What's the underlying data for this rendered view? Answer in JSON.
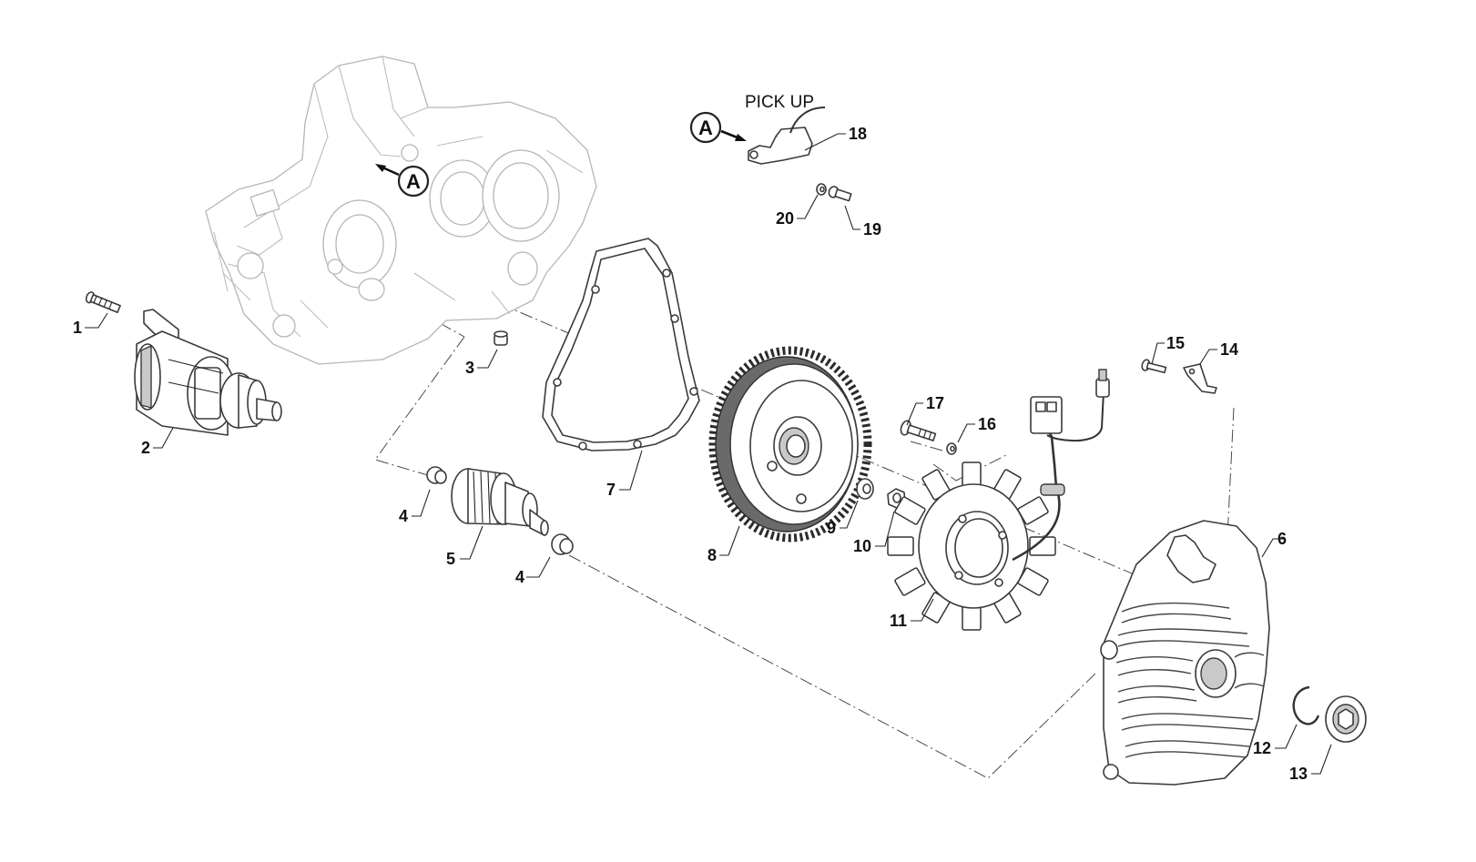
{
  "pickup_label": "PICK UP",
  "reference_marker": "A",
  "callouts": {
    "c1": "1",
    "c2": "2",
    "c3": "3",
    "c4a": "4",
    "c4b": "4",
    "c5": "5",
    "c6": "6",
    "c7": "7",
    "c8": "8",
    "c9": "9",
    "c10": "10",
    "c11": "11",
    "c12": "12",
    "c13": "13",
    "c14": "14",
    "c15": "15",
    "c16": "16",
    "c17": "17",
    "c18": "18",
    "c19": "19",
    "c20": "20"
  }
}
